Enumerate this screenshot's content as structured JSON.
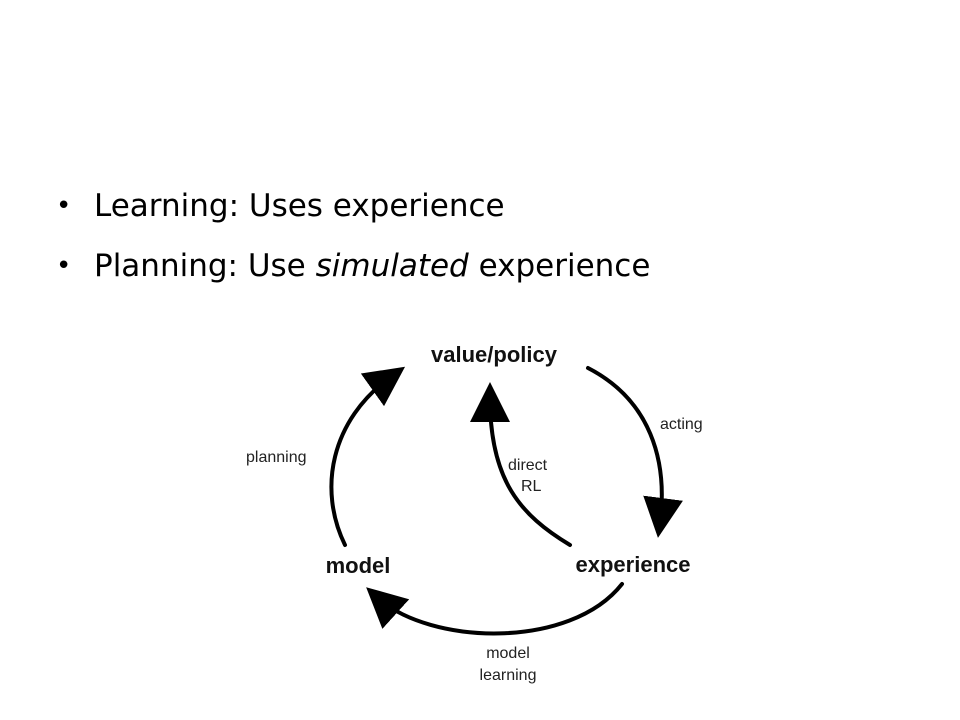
{
  "bullets": [
    {
      "prefix": "Learning: Uses experience",
      "emphasis": "",
      "suffix": ""
    },
    {
      "prefix": "Planning: Use ",
      "emphasis": "simulated",
      "suffix": " experience"
    }
  ],
  "diagram": {
    "nodes": {
      "value_policy": "value/policy",
      "model": "model",
      "experience": "experience"
    },
    "edges": {
      "acting": "acting",
      "direct_rl_line1": "direct",
      "direct_rl_line2": "RL",
      "planning": "planning",
      "model_learning_line1": "model",
      "model_learning_line2": "learning"
    }
  }
}
